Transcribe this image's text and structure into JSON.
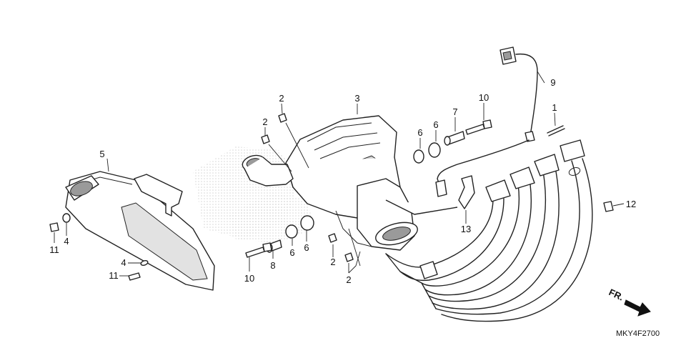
{
  "diagram": {
    "part_numbers": [
      "1",
      "2",
      "3",
      "4",
      "5",
      "6",
      "7",
      "8",
      "9",
      "10",
      "11",
      "12",
      "13"
    ],
    "callouts": {
      "c1": "1",
      "c2a": "2",
      "c2b": "2",
      "c2c": "2",
      "c2d": "2",
      "c3": "3",
      "c4a": "4",
      "c4b": "4",
      "c5": "5",
      "c6a": "6",
      "c6b": "6",
      "c6c": "6",
      "c6d": "6",
      "c7": "7",
      "c8": "8",
      "c9": "9",
      "c10a": "10",
      "c10b": "10",
      "c11a": "11",
      "c11b": "11",
      "c12": "12",
      "c13": "13"
    },
    "front_indicator": "FR.",
    "diagram_code": "MKY4F2700",
    "icons": [
      "front-direction-arrow-icon",
      "honda-watermark"
    ]
  }
}
